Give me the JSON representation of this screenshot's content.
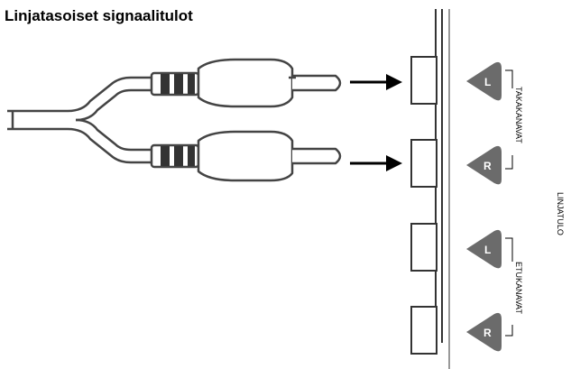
{
  "title": "Linjatasoiset signaalitulot",
  "labels": {
    "rear_channels": "TAKAKANAVAT",
    "front_channels": "ETUKANAVAT",
    "line_in": "LINJATULO"
  },
  "jacks": {
    "rear_left": "L",
    "rear_right": "R",
    "front_left": "L",
    "front_right": "R"
  }
}
